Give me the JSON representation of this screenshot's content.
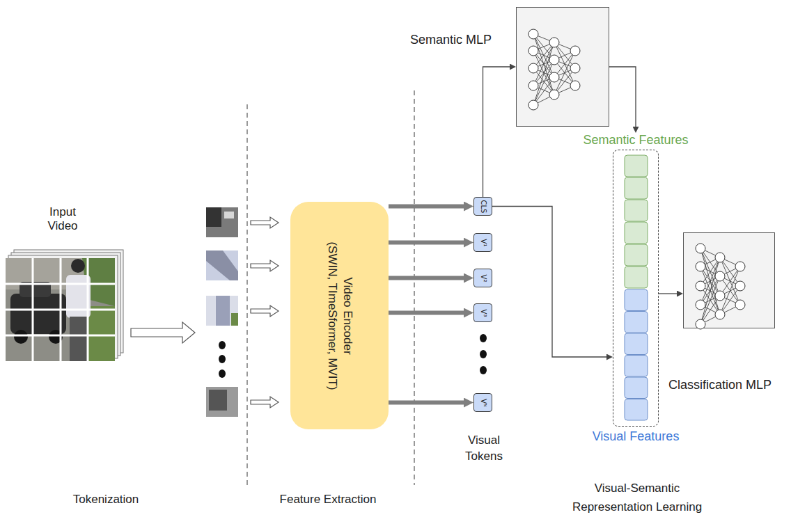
{
  "diagram": {
    "nodes": [
      {
        "text": [
          "Video Encoder",
          "(SWIN, TImeSformer, MVIT)"
        ]
      },
      {
        "text": [
          "CLS"
        ]
      },
      {
        "text": [
          "V¹"
        ]
      },
      {
        "text": [
          "V²"
        ]
      },
      {
        "text": [
          "V³"
        ]
      },
      {
        "text": [
          "Vᴺ"
        ]
      },
      {
        "text": [
          "Semantic MLP"
        ]
      },
      {
        "text": [
          "Semantic Features",
          "Visual Features"
        ]
      },
      {
        "text": [
          "Classification MLP"
        ]
      }
    ],
    "edges": [
      {
        "from": 0,
        "to": 1,
        "arrow": "to"
      },
      {
        "from": 0,
        "to": 2,
        "arrow": "to"
      },
      {
        "from": 0,
        "to": 3,
        "arrow": "to"
      },
      {
        "from": 0,
        "to": 4,
        "arrow": "to"
      },
      {
        "from": 0,
        "to": 5,
        "arrow": "to"
      },
      {
        "from": 1,
        "to": 6,
        "arrow": "to"
      },
      {
        "from": 1,
        "to": 7,
        "arrow": "to"
      },
      {
        "from": 6,
        "to": 7,
        "arrow": "to"
      },
      {
        "from": 7,
        "to": 8,
        "arrow": "to"
      }
    ],
    "labels": [
      "Input Video",
      "Visual Tokens",
      "Tokenization",
      "Feature Extraction",
      "Visual-Semantic Representation Learning"
    ]
  }
}
